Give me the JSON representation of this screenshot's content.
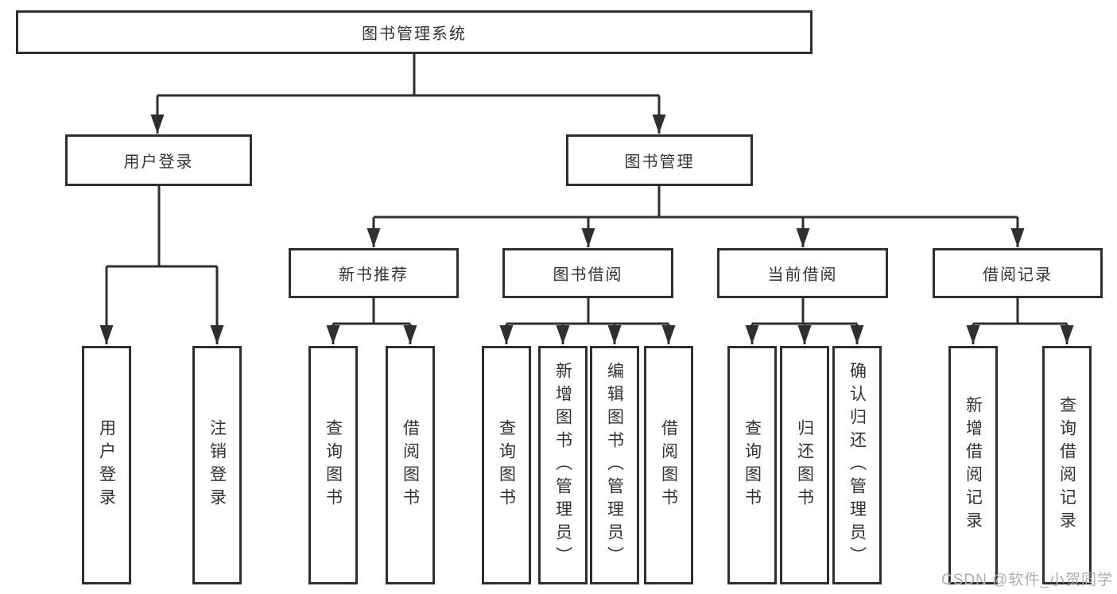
{
  "tree": {
    "root": "图书管理系统",
    "user_login": {
      "label": "用户登录",
      "children": [
        "用户登录",
        "注销登录"
      ]
    },
    "book_mgmt": {
      "label": "图书管理",
      "sections": {
        "new_book": {
          "label": "新书推荐",
          "children": [
            "查询图书",
            "借阅图书"
          ]
        },
        "borrow": {
          "label": "图书借阅",
          "children": [
            "查询图书",
            "新增图书（管理员）",
            "编辑图书（管理员）",
            "借阅图书"
          ]
        },
        "current": {
          "label": "当前借阅",
          "children": [
            "查询图书",
            "归还图书",
            "确认归还（管理员）"
          ]
        },
        "records": {
          "label": "借阅记录",
          "children": [
            "新增借阅记录",
            "查询借阅记录"
          ]
        }
      }
    }
  },
  "watermark": {
    "text": "CSDN @软件_小贺同学"
  },
  "colors": {
    "line": "#2f2f2f",
    "border": "#2f2f2f",
    "text": "#333333",
    "watermark": "#aeaeae",
    "background": "#ffffff"
  }
}
